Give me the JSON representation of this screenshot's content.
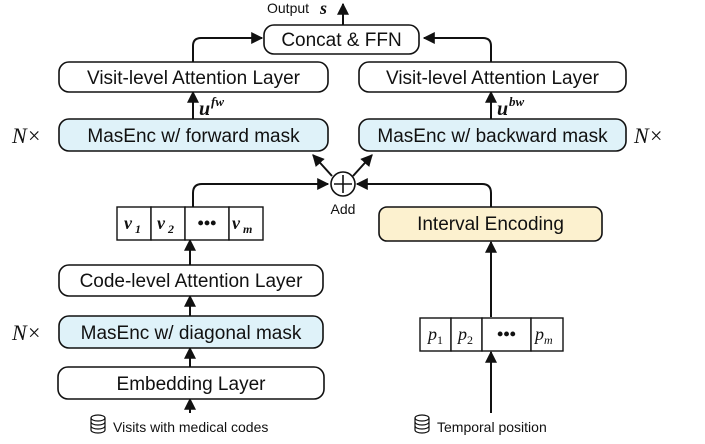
{
  "output": {
    "label": "Output",
    "symbol": "s"
  },
  "concat_ffn": {
    "label": "Concat & FFN"
  },
  "visit_attention_left": {
    "label": "Visit-level Attention Layer"
  },
  "visit_attention_right": {
    "label": "Visit-level Attention Layer"
  },
  "u_fw": {
    "base": "u",
    "sup": "fw"
  },
  "u_bw": {
    "base": "u",
    "sup": "bw"
  },
  "masenc_forward": {
    "label": "MasEnc w/ forward mask",
    "repeat": "N×"
  },
  "masenc_backward": {
    "label": "MasEnc w/ backward mask",
    "repeat": "N×"
  },
  "add_node": {
    "label": "Add"
  },
  "visit_vectors": [
    {
      "base": "v",
      "sub": "1"
    },
    {
      "base": "v",
      "sub": "2"
    },
    {
      "text": "•••"
    },
    {
      "base": "v",
      "sub": "m"
    }
  ],
  "interval_encoding": {
    "label": "Interval Encoding"
  },
  "code_attention": {
    "label": "Code-level Attention Layer"
  },
  "masenc_diagonal": {
    "label": "MasEnc w/ diagonal mask",
    "repeat": "N×"
  },
  "embedding": {
    "label": "Embedding Layer"
  },
  "positions": [
    {
      "base": "p",
      "sub": "1"
    },
    {
      "base": "p",
      "sub": "2"
    },
    {
      "text": "•••"
    },
    {
      "base": "p",
      "sub": "m"
    }
  ],
  "inputs": {
    "visits": "Visits with medical codes",
    "temporal": "Temporal position"
  },
  "icons": {
    "visits_icon": "database-icon",
    "temporal_icon": "database-icon"
  },
  "colors": {
    "masenc_fill": "#dff2f9",
    "interval_fill": "#fcf1cf"
  }
}
